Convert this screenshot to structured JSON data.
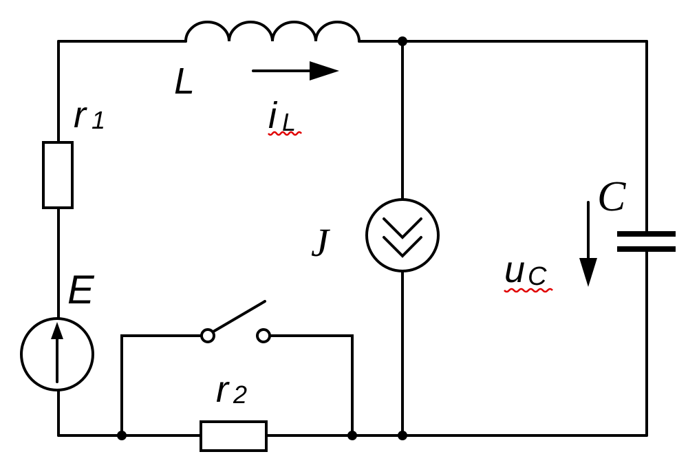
{
  "diagram": {
    "type": "electrical-circuit",
    "labels": {
      "inductor": "L",
      "inductor_current_main": "i",
      "inductor_current_sub": "L",
      "resistor1_main": "r",
      "resistor1_sub": "1",
      "source_emf": "E",
      "current_source": "J",
      "capacitor": "C",
      "capacitor_voltage_main": "u",
      "capacitor_voltage_sub": "C",
      "resistor2_main": "r",
      "resistor2_sub": "2"
    },
    "colors": {
      "wire": "#000000",
      "spellcheck": "#e00000",
      "background": "#ffffff"
    }
  }
}
